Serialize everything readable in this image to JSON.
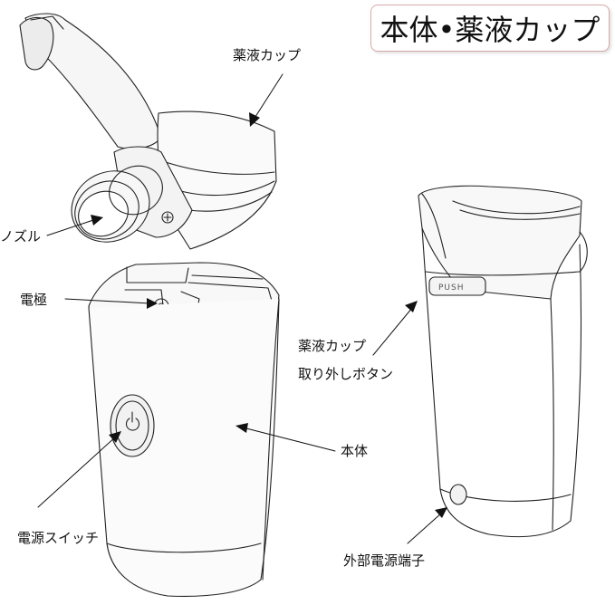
{
  "title": "本体•薬液カップ",
  "labels": {
    "medicine_cup": "薬液カップ",
    "nozzle": "ノズル",
    "electrode": "電極",
    "cup_release_button_line1": "薬液カップ",
    "cup_release_button_line2": "取り外しボタン",
    "main_body": "本体",
    "power_switch": "電源スイッチ",
    "external_power_terminal": "外部電源端子"
  },
  "device_button_text": "PUSH"
}
